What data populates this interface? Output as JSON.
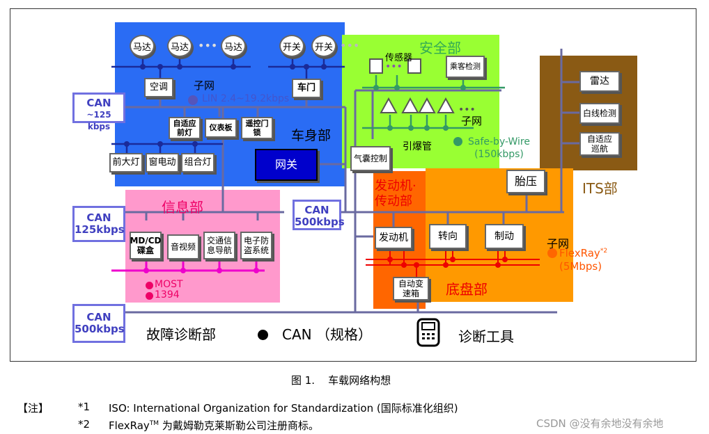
{
  "body": {
    "title": "车身部",
    "ovals": [
      "马达",
      "马达",
      "马达",
      "开关",
      "开关"
    ],
    "dots": "•••",
    "dots2": "•••",
    "ac": "空调",
    "door": "车门",
    "subnet": "子网",
    "lin": "LIN 2.4~19.2kbps",
    "adaptive_light": "自适应\n前灯",
    "dashboard": "仪表板",
    "remote_lock": "遥控门\n锁",
    "headlight": "前大灯",
    "window": "窗电动",
    "combo_light": "组合灯",
    "gateway": "网关"
  },
  "safety": {
    "title": "安全部",
    "sensor": "传感器",
    "passenger": "乘客检测",
    "subnet": "子网",
    "safe_wire": "Safe-by-Wire\n(150kbps)",
    "igniter": "引爆管",
    "airbag": "气囊控制",
    "dots": "•••",
    "dots2": "•••"
  },
  "its": {
    "title": "ITS部",
    "radar": "雷达",
    "lane": "白线检测",
    "acc": "自适应\n巡航"
  },
  "info": {
    "title": "信息部",
    "md": "MD/CD\n碟盒",
    "av": "音视频",
    "nav": "交通信\n息导航",
    "anti": "电子防\n盗系统",
    "most": "MOST",
    "ieee": "1394"
  },
  "engine": {
    "title": "发动机·\n传动部",
    "engine": "发动机",
    "gearbox": "自动变\n速箱"
  },
  "chassis": {
    "title": "底盘部",
    "tire": "胎压",
    "steer": "转向",
    "brake": "制动",
    "subnet": "子网",
    "flexray": "FlexRay",
    "flexray_sup": "*2",
    "flexray_speed": "(5Mbps)"
  },
  "can_labels": {
    "c1_a": "CAN",
    "c1_b": "~125 kbps",
    "c2_a": "CAN",
    "c2_b": "125kbps",
    "c3_a": "CAN",
    "c3_b": "500kbps",
    "c4_a": "CAN",
    "c4_b": "500kbps"
  },
  "legend": {
    "diag": "故障诊断部",
    "can": "CAN （规格）",
    "tool": "诊断工具"
  },
  "caption": "图 1.    车载网络构想",
  "notes": {
    "label": "【注】",
    "n1_mark": "*1",
    "n1_text": "ISO: International Organization for Standardization (国际标准化组织)",
    "n2_mark": "*2",
    "n2_text_a": "FlexRay",
    "n2_tm": "TM",
    "n2_text_b": " 为戴姆勒克莱斯勒公司注册商标。"
  },
  "watermark": "CSDN @没有余地没有余地",
  "colors": {
    "body_bg": "#2a6cf4",
    "safety_bg": "#99ff33",
    "its_bg": "#8a5a14",
    "info_bg": "#ff99cc",
    "chassis_bg": "#ff9900",
    "engine_bg": "#ff6600",
    "bus": "#6a6aa0",
    "can_text": "#4040c0"
  }
}
